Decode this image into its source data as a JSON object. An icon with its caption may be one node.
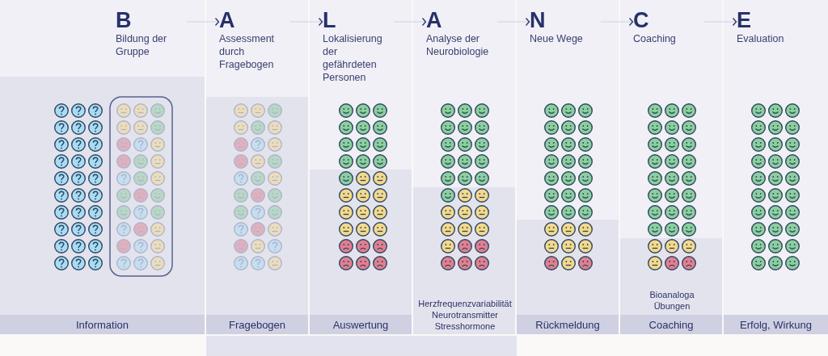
{
  "diagram": {
    "nodes": [
      {
        "text": [
          "B",
          "Bildung der Gruppe"
        ]
      },
      {
        "text": [
          "A",
          "Assessment durch Fragebogen"
        ]
      },
      {
        "text": [
          "L",
          "Lokalisierung der gefährdeten Personen"
        ]
      },
      {
        "text": [
          "A",
          "Analyse der Neurobiologie"
        ]
      },
      {
        "text": [
          "N",
          "Neue Wege"
        ]
      },
      {
        "text": [
          "C",
          "Coaching"
        ]
      },
      {
        "text": [
          "E",
          "Evaluation"
        ]
      },
      {
        "text": [
          "Information"
        ]
      },
      {
        "text": [
          "Fragebogen"
        ]
      },
      {
        "text": [
          "Auswertung"
        ]
      },
      {
        "text": [
          "Rückmeldung"
        ]
      },
      {
        "text": [
          "Coaching"
        ]
      },
      {
        "text": [
          "Erfolg, Wirkung"
        ]
      },
      {
        "text": [],
        "shape": "bar"
      }
    ],
    "edges": [
      {
        "from": 0,
        "to": 1,
        "arrow": "to"
      },
      {
        "from": 1,
        "to": 2,
        "arrow": "to"
      },
      {
        "from": 2,
        "to": 3,
        "arrow": "to"
      },
      {
        "from": 3,
        "to": 4,
        "arrow": "to"
      },
      {
        "from": 4,
        "to": 5,
        "arrow": "to"
      },
      {
        "from": 5,
        "to": 6,
        "arrow": "to"
      }
    ],
    "labels": [
      "Herzfrequenzvariabilität Neurotransmitter Stresshormone",
      "Bioanaloga Übungen"
    ]
  }
}
